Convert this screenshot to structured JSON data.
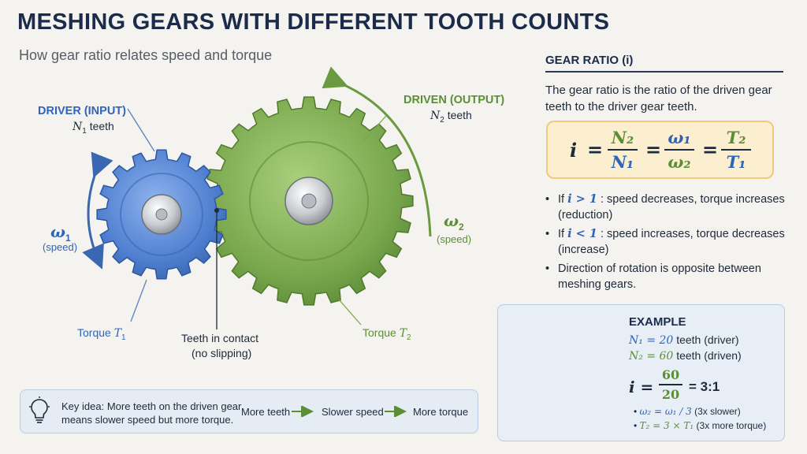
{
  "header": {
    "title": "MESHING GEARS WITH DIFFERENT TOOTH COUNTS",
    "subtitle": "How gear ratio relates speed and torque"
  },
  "driver": {
    "label": "DRIVER (INPUT)",
    "teeth_symbol": "N",
    "teeth_sub": "1",
    "teeth_text": " teeth",
    "omega_symbol": "ω",
    "omega_sub": "1",
    "speed_label": "(speed)",
    "torque_prefix": "Torque ",
    "torque_symbol": "T",
    "torque_sub": "1",
    "color": "#4f7fd0"
  },
  "driven": {
    "label": "DRIVEN (OUTPUT)",
    "teeth_symbol": "N",
    "teeth_sub": "2",
    "teeth_text": " teeth",
    "omega_symbol": "ω",
    "omega_sub": "2",
    "speed_label": "(speed)",
    "torque_prefix": "Torque ",
    "torque_symbol": "T",
    "torque_sub": "2",
    "color": "#7aa84e"
  },
  "contact": {
    "line1": "Teeth in contact",
    "line2": "(no slipping)"
  },
  "panel": {
    "title": "GEAR RATIO (i)",
    "description": "The gear ratio is the ratio of the driven gear teeth to the driver gear teeth.",
    "formula": {
      "lhs": "i",
      "eq": "=",
      "f1_num": "N₂",
      "f1_den": "N₁",
      "f2_num": "ω₁",
      "f2_den": "ω₂",
      "f3_num": "T₂",
      "f3_den": "T₁"
    },
    "bullets": [
      {
        "pre": "If ",
        "math": "i > 1",
        "post": " : speed decreases, torque increases (reduction)"
      },
      {
        "pre": "If ",
        "math": "i < 1",
        "post": " : speed increases, torque decreases (increase)"
      },
      {
        "pre": "",
        "math": "",
        "post": "Direction of rotation is opposite between meshing gears."
      }
    ]
  },
  "example": {
    "title": "EXAMPLE",
    "line1_math": "N₁ = 20",
    "line1_text": " teeth (driver)",
    "line2_math": "N₂ = 60",
    "line2_text": " teeth (driven)",
    "ratio_lhs": "i =",
    "ratio_num": "60",
    "ratio_den": "20",
    "ratio_result": "= 3:1",
    "bullet1_math": "ω₂ = ω₁ / 3",
    "bullet1_text": " (3x slower)",
    "bullet2_math": "T₂ = 3 × T₁",
    "bullet2_text": " (3x more torque)"
  },
  "key_idea": {
    "icon": "lightbulb-icon",
    "line1": "Key idea: More teeth on the driven gear",
    "line2": "means slower speed but more torque.",
    "flow": [
      "More teeth",
      "Slower speed",
      "More torque"
    ]
  },
  "colors": {
    "accent_blue": "#2f64b8",
    "accent_green": "#5b8f36",
    "formula_bg": "#fcefcf",
    "arrow_green": "#5b8f36"
  }
}
